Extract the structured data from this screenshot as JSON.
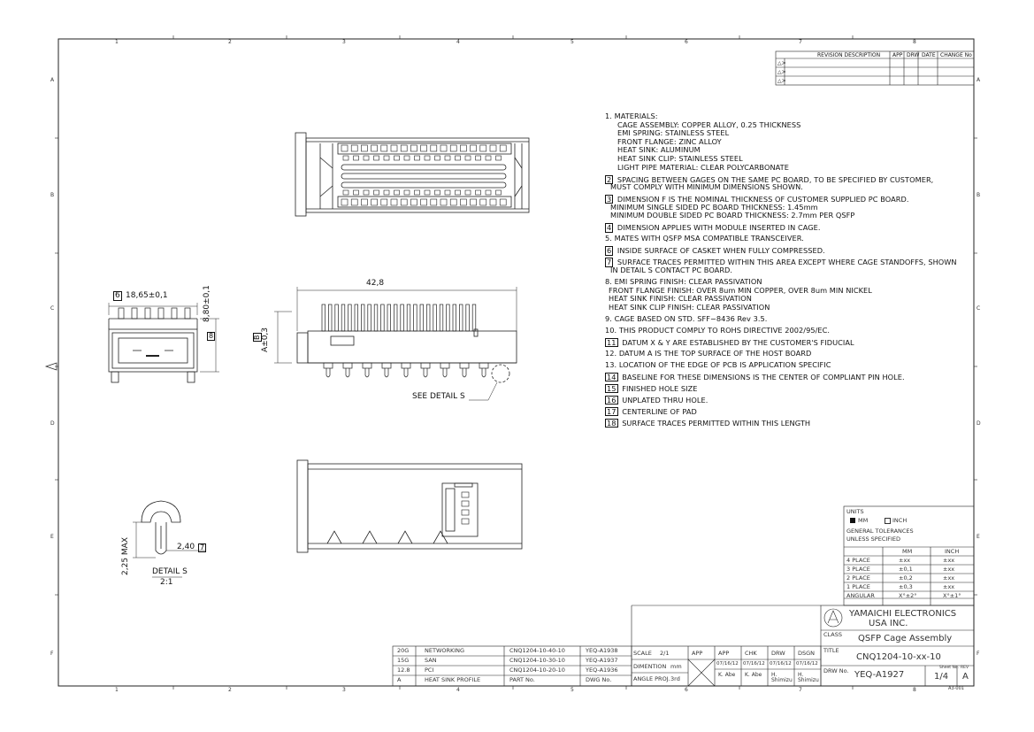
{
  "grid": {
    "cols": [
      "1",
      "2",
      "3",
      "4",
      "5",
      "6",
      "7",
      "8"
    ],
    "rows": [
      "A",
      "B",
      "C",
      "D",
      "E",
      "F"
    ]
  },
  "revision": {
    "headers": [
      "REVISION DESCRIPTION",
      "APP",
      "DRW",
      "DATE",
      "CHANGE No"
    ],
    "rows": [
      "△>",
      "△>",
      "△>"
    ]
  },
  "notes": [
    {
      "num": "1.",
      "boxed": false,
      "lines": [
        "MATERIALS:",
        "CAGE ASSEMBLY: COPPER ALLOY, 0.25 THICKNESS",
        "EMI SPRING: STAINLESS STEEL",
        "FRONT FLANGE: ZINC ALLOY",
        "HEAT SINK: ALUMINUM",
        "HEAT SINK CLIP: STAINLESS STEEL",
        "LIGHT PIPE MATERIAL: CLEAR POLYCARBONATE"
      ]
    },
    {
      "num": "2",
      "boxed": true,
      "lines": [
        "SPACING BETWEEN GAGES ON THE SAME PC BOARD, TO BE SPECIFIED BY CUSTOMER,",
        "MUST COMPLY WITH MINIMUM DIMENSIONS SHOWN."
      ]
    },
    {
      "num": "3",
      "boxed": true,
      "lines": [
        "DIMENSION F IS THE NOMINAL THICKNESS OF CUSTOMER SUPPLIED PC BOARD.",
        "MINIMUM SINGLE SIDED PC BOARD THICKNESS: 1.45mm",
        "MINIMUM DOUBLE SIDED PC BOARD THICKNESS: 2.7mm PER QSFP"
      ]
    },
    {
      "num": "4",
      "boxed": true,
      "lines": [
        "DIMENSION APPLIES WITH MODULE INSERTED IN CAGE."
      ]
    },
    {
      "num": "5.",
      "boxed": false,
      "lines": [
        "MATES WITH QSFP MSA COMPATIBLE TRANSCEIVER."
      ]
    },
    {
      "num": "6",
      "boxed": true,
      "lines": [
        "INSIDE SURFACE OF CASKET WHEN FULLY COMPRESSED."
      ]
    },
    {
      "num": "7",
      "boxed": true,
      "lines": [
        "SURFACE TRACES PERMITTED WITHIN THIS AREA EXCEPT WHERE CAGE STANDOFFS, SHOWN",
        "IN DETAIL S CONTACT PC BOARD."
      ]
    },
    {
      "num": "8.",
      "boxed": false,
      "lines": [
        "EMI SPRING FINISH: CLEAR PASSIVATION",
        "FRONT FLANGE FINISH: OVER 8um MIN COPPER, OVER 8um MIN NICKEL",
        "HEAT SINK FINISH: CLEAR PASSIVATION",
        "HEAT SINK CLIP FINISH: CLEAR PASSIVATION"
      ]
    },
    {
      "num": "9.",
      "boxed": false,
      "lines": [
        "CAGE BASED ON STD. SFF−8436 Rev 3.5."
      ]
    },
    {
      "num": "10.",
      "boxed": false,
      "lines": [
        "THIS PRODUCT COMPLY TO ROHS DIRECTIVE 2002/95/EC."
      ]
    },
    {
      "num": "11",
      "boxed": true,
      "lines": [
        "DATUM X & Y ARE ESTABLISHED BY THE CUSTOMER'S FIDUCIAL"
      ]
    },
    {
      "num": "12.",
      "boxed": false,
      "lines": [
        "DATUM A IS THE TOP SURFACE OF THE HOST BOARD"
      ]
    },
    {
      "num": "13.",
      "boxed": false,
      "lines": [
        "LOCATION OF THE EDGE OF PCB IS APPLICATION SPECIFIC"
      ]
    },
    {
      "num": "14",
      "boxed": true,
      "lines": [
        "BASELINE FOR THESE DIMENSIONS IS THE CENTER OF COMPLIANT PIN HOLE."
      ]
    },
    {
      "num": "15",
      "boxed": true,
      "lines": [
        "FINISHED HOLE SIZE"
      ]
    },
    {
      "num": "16",
      "boxed": true,
      "lines": [
        "UNPLATED THRU HOLE."
      ]
    },
    {
      "num": "17",
      "boxed": true,
      "lines": [
        "CENTERLINE OF PAD"
      ]
    },
    {
      "num": "18",
      "boxed": true,
      "lines": [
        "SURFACE TRACES PERMITTED WITHIN THIS LENGTH"
      ]
    }
  ],
  "dims": {
    "length": "42,8",
    "width_box": "6",
    "width": "18,65±0,1",
    "height": "8,80±0,1",
    "height_box": "8",
    "a_box": "B",
    "a_tol": "A±0,3",
    "see_detail": "SEE DETAIL S",
    "detail_pitch": "2,40",
    "detail_pitch_box": "7",
    "detail_max": "2,25 MAX",
    "detail_title": "DETAIL S",
    "detail_scale": "2:1"
  },
  "tolerance": {
    "units_label": "UNITS",
    "mm": "MM",
    "inch": "INCH",
    "general": "GENERAL TOLERANCES",
    "unless": "UNLESS SPECIFIED",
    "col_mm": "MM",
    "col_inch": "INCH",
    "rows": [
      {
        "label": "4 PLACE",
        "mm": "±xx",
        "inch": "±xx"
      },
      {
        "label": "3 PLACE",
        "mm": "±0,1",
        "inch": "±xx"
      },
      {
        "label": "2 PLACE",
        "mm": "±0,2",
        "inch": "±xx"
      },
      {
        "label": "1 PLACE",
        "mm": "±0,3",
        "inch": "±xx"
      },
      {
        "label": "ANGULAR",
        "mm": "X°±2°",
        "inch": "X°±1°"
      }
    ]
  },
  "company": {
    "line1": "YAMAICHI ELECTRONICS",
    "line2": "USA INC."
  },
  "title_block": {
    "class_label": "CLASS",
    "class_value": "QSFP Cage Assembly",
    "title_label": "TITLE",
    "title_value": "CNQ1204-10-xx-10",
    "drw_label": "DRW No.",
    "drw_value": "YEQ-A1927",
    "sheet_label": "Sheet No.",
    "sheet_value": "1/4",
    "rev_label": "REV",
    "rev_value": "A",
    "size": "A3-001"
  },
  "signoff": {
    "scale_label": "SCALE",
    "scale_value": "2/1",
    "dim_label": "DIMENTION",
    "dim_value": "mm",
    "angle_label": "ANGLE PROJ.",
    "angle_value": "3rd",
    "cols": [
      {
        "head": "APP",
        "date": "",
        "name": ""
      },
      {
        "head": "APP",
        "date": "07/16/12",
        "name": "K. Abe"
      },
      {
        "head": "CHK",
        "date": "07/16/12",
        "name": "K. Abe"
      },
      {
        "head": "DRW",
        "date": "07/16/12",
        "name": "H. Shimizu"
      },
      {
        "head": "DSGN",
        "date": "07/16/12",
        "name": "H. Shimizu"
      }
    ]
  },
  "parts": {
    "rows": [
      {
        "code": "20G",
        "desc": "NETWORKING",
        "part": "CNQ1204-10-40-10",
        "dwg": "YEQ-A1938"
      },
      {
        "code": "15G",
        "desc": "SAN",
        "part": "CNQ1204-10-30-10",
        "dwg": "YEQ-A1937"
      },
      {
        "code": "12.8",
        "desc": "PCI",
        "part": "CNQ1204-10-20-10",
        "dwg": "YEQ-A1936"
      },
      {
        "code": "A",
        "desc": "HEAT SINK PROFILE",
        "part": "PART No.",
        "dwg": "DWG No."
      }
    ]
  }
}
